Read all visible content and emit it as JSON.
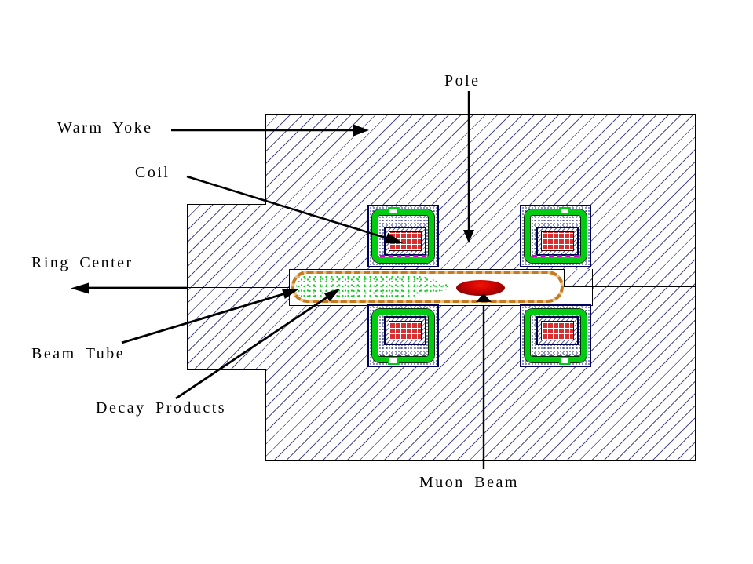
{
  "diagram": {
    "labels": {
      "pole": "Pole",
      "warm_yoke": "Warm Yoke",
      "coil": "Coil",
      "ring_center": "Ring Center",
      "beam_tube": "Beam Tube",
      "decay_products": "Decay Products",
      "muon_beam": "Muon Beam"
    },
    "colors": {
      "yoke_hatch_line": "#2a2a7a",
      "outline": "#000000",
      "coil_cryostat_green": "#00cc11",
      "coil_core_red": "#d83030",
      "coil_stipple_navy": "#121c76",
      "tube_wall_tan": "#efc080",
      "tube_wall_dash_orange": "#c47a20",
      "decay_dot_green": "#1ecc2e",
      "muon_beam_red": "#cc0202",
      "magenta_accent": "#cc00cc"
    }
  }
}
